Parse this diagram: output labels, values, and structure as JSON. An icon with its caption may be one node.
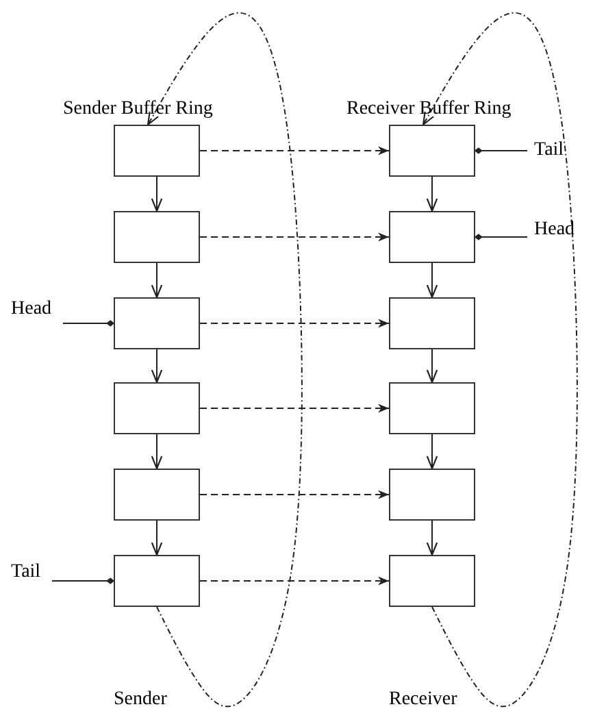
{
  "diagram": {
    "nodes": [
      {
        "text": [],
        "shape": "box"
      },
      {
        "text": [],
        "shape": "box"
      },
      {
        "text": [],
        "shape": "box"
      },
      {
        "text": [],
        "shape": "box"
      },
      {
        "text": [],
        "shape": "box"
      },
      {
        "text": [],
        "shape": "box"
      },
      {
        "text": [],
        "shape": "box"
      },
      {
        "text": [],
        "shape": "box"
      },
      {
        "text": [],
        "shape": "box"
      },
      {
        "text": [],
        "shape": "box"
      },
      {
        "text": [],
        "shape": "box"
      },
      {
        "text": [],
        "shape": "box"
      },
      {
        "text": [
          "Head"
        ]
      },
      {
        "text": [
          "Tail"
        ]
      },
      {
        "text": [
          "Tail"
        ]
      },
      {
        "text": [
          "Head"
        ]
      }
    ],
    "edges": [
      {
        "from": 0,
        "to": 1,
        "arrow": "to"
      },
      {
        "from": 1,
        "to": 2,
        "arrow": "to"
      },
      {
        "from": 2,
        "to": 3,
        "arrow": "to"
      },
      {
        "from": 3,
        "to": 4,
        "arrow": "to"
      },
      {
        "from": 4,
        "to": 5,
        "arrow": "to"
      },
      {
        "from": 6,
        "to": 7,
        "arrow": "to"
      },
      {
        "from": 7,
        "to": 8,
        "arrow": "to"
      },
      {
        "from": 8,
        "to": 9,
        "arrow": "to"
      },
      {
        "from": 9,
        "to": 10,
        "arrow": "to"
      },
      {
        "from": 10,
        "to": 11,
        "arrow": "to"
      },
      {
        "from": 0,
        "to": 6,
        "arrow": "to",
        "style": "dashed"
      },
      {
        "from": 1,
        "to": 7,
        "arrow": "to",
        "style": "dashed"
      },
      {
        "from": 2,
        "to": 8,
        "arrow": "to",
        "style": "dashed"
      },
      {
        "from": 3,
        "to": 9,
        "arrow": "to",
        "style": "dashed"
      },
      {
        "from": 4,
        "to": 10,
        "arrow": "to",
        "style": "dashed"
      },
      {
        "from": 5,
        "to": 11,
        "arrow": "to",
        "style": "dashed"
      },
      {
        "from": 12,
        "to": 2,
        "arrow": "other"
      },
      {
        "from": 13,
        "to": 5,
        "arrow": "other"
      },
      {
        "from": 14,
        "to": 6,
        "arrow": "other"
      },
      {
        "from": 15,
        "to": 7,
        "arrow": "other"
      },
      {
        "from": 5,
        "to": 0,
        "arrow": "to",
        "style": "dashed"
      },
      {
        "from": 11,
        "to": 6,
        "arrow": "to",
        "style": "dashed"
      }
    ],
    "labels": [
      "Sender Buffer Ring",
      "Receiver Buffer Ring",
      "Sender",
      "Receiver"
    ]
  }
}
